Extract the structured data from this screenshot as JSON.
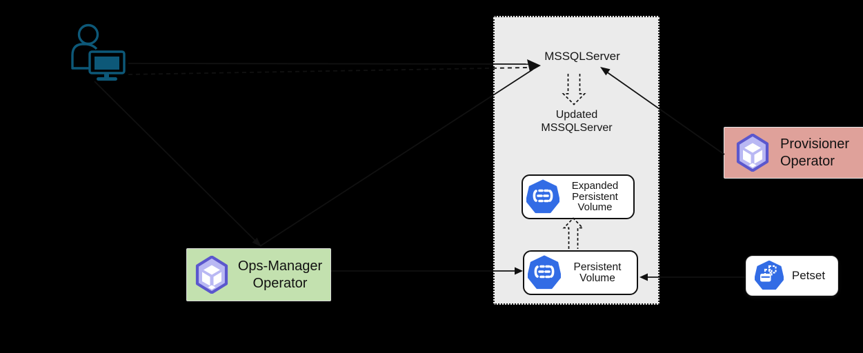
{
  "diagram": {
    "description": "MSSQLServer volume expansion workflow diagram",
    "panel": {
      "mssqlserver_label": "MSSQLServer",
      "updated_mssqlserver": {
        "lines": [
          "Updated",
          "MSSQLServer"
        ]
      },
      "expanded_pv": {
        "lines": [
          "Expanded",
          "Persistent",
          "Volume"
        ]
      },
      "persistent_volume": {
        "lines": [
          "Persistent",
          "Volume"
        ]
      }
    },
    "operators": {
      "ops_manager": {
        "lines": [
          "Ops-Manager",
          "Operator"
        ]
      },
      "provisioner": {
        "lines": [
          "Provisioner",
          "Operator"
        ]
      }
    },
    "petset": {
      "label": "Petset"
    },
    "icons": {
      "user": "person-at-computer-icon",
      "volume": "kubernetes-volume-icon",
      "petset": "kubernetes-petset-icon",
      "operator": "operator-cube-icon"
    },
    "colors": {
      "background": "#000000",
      "panel_bg": "#ebebeb",
      "kubernetes_blue": "#326ce5",
      "operator_stroke": "#5b57cd",
      "operator_fill": "#b9b8f3",
      "ops_manager_bg": "#c3e1af",
      "provisioner_bg": "#dfa19a",
      "person_icon": "#0d5878",
      "arrow": "#111111",
      "box_bg": "#ffffff"
    }
  }
}
